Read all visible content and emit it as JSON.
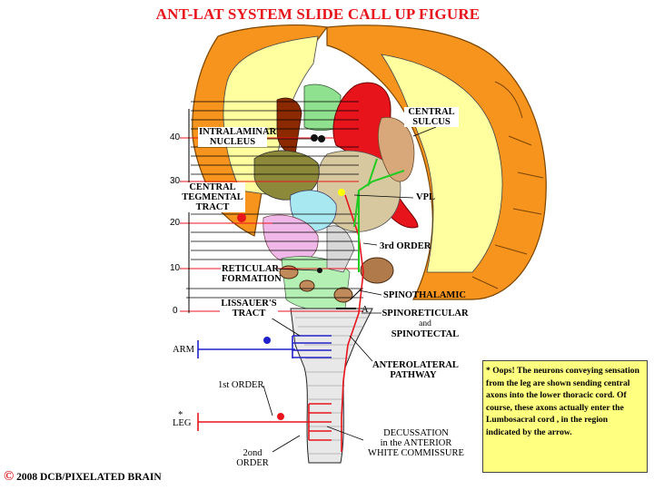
{
  "title": "ANT-LAT SYSTEM   SLIDE CALL UP FIGURE",
  "labels": {
    "intralaminar": "INTRALAMINAR",
    "nucleus": "NUCLEUS",
    "central_sulcus_1": "CENTRAL",
    "central_sulcus_2": "SULCUS",
    "central_tegmental_1": "CENTRAL",
    "central_tegmental_2": "TEGMENTAL",
    "central_tegmental_3": "TRACT",
    "vpl": "VPL",
    "third_order": "3rd ORDER",
    "reticular_1": "RETICULAR",
    "reticular_2": "FORMATION",
    "spinothalamic": "SPINOTHALAMIC",
    "spinoreticular": "SPINORETICULAR",
    "and": "and",
    "spinotectal": "SPINOTECTAL",
    "lissauer_1": "LISSAUER'S",
    "lissauer_2": "TRACT",
    "point_a": "A",
    "arm": "ARM",
    "anterolateral_1": "ANTEROLATERAL",
    "anterolateral_2": "PATHWAY",
    "first_order": "1st  ORDER",
    "asterisk": "*",
    "leg": "LEG",
    "second_order_1": "2ond",
    "second_order_2": "ORDER",
    "decussation_1": "DECUSSATION",
    "decussation_2": "in the ANTERIOR",
    "decussation_3": "WHITE COMMISSURE"
  },
  "ticks": [
    "40",
    "30",
    "20",
    "10",
    "0"
  ],
  "note": "* Oops!  The neurons conveying sensation from the leg are shown sending central  axons into the  lower thoracic cord.  Of course, these axons actually enter the Lumbosacral cord , in the region indicated by the arrow.",
  "footer": {
    "symbol": "©",
    "text": " 2008  DCB/PIXELATED BRAIN"
  },
  "colors": {
    "title": "#e8141c",
    "cortex": "#f7941d",
    "white_matter": "#ffffa0",
    "thalamus": "#d8c8a0",
    "red_pathway": "#e8141c",
    "blue_pathway": "#2020cc",
    "green_pathway": "#22cc22",
    "note_bg": "#ffff80"
  }
}
